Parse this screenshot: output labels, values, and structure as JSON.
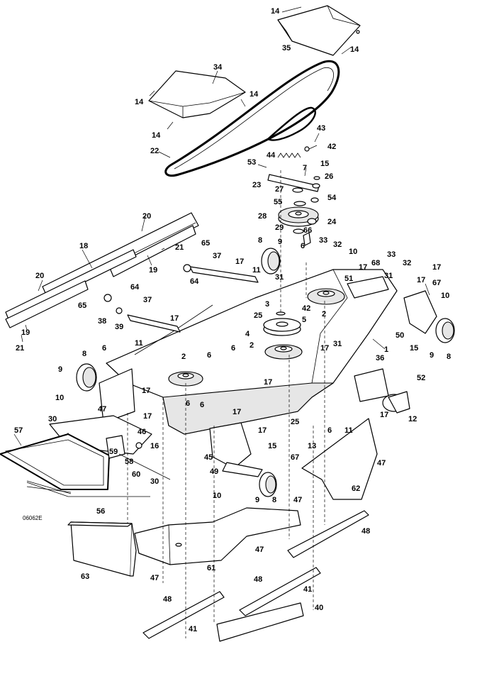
{
  "drawing_code": "06062E",
  "callouts": [
    {
      "id": "c14a",
      "label": "14"
    },
    {
      "id": "c35",
      "label": "35"
    },
    {
      "id": "c14b",
      "label": "14"
    },
    {
      "id": "c34",
      "label": "34"
    },
    {
      "id": "c14c",
      "label": "14"
    },
    {
      "id": "c14d",
      "label": "14"
    },
    {
      "id": "c14e",
      "label": "14"
    },
    {
      "id": "c22",
      "label": "22"
    },
    {
      "id": "c43",
      "label": "43"
    },
    {
      "id": "c42a",
      "label": "42"
    },
    {
      "id": "c44",
      "label": "44"
    },
    {
      "id": "c53",
      "label": "53"
    },
    {
      "id": "c7",
      "label": "7"
    },
    {
      "id": "c15a",
      "label": "15"
    },
    {
      "id": "c26",
      "label": "26"
    },
    {
      "id": "c23",
      "label": "23"
    },
    {
      "id": "c27",
      "label": "27"
    },
    {
      "id": "c54",
      "label": "54"
    },
    {
      "id": "c55",
      "label": "55"
    },
    {
      "id": "c28",
      "label": "28"
    },
    {
      "id": "c24",
      "label": "24"
    },
    {
      "id": "c29",
      "label": "29"
    },
    {
      "id": "c66",
      "label": "66"
    },
    {
      "id": "c20a",
      "label": "20"
    },
    {
      "id": "c18",
      "label": "18"
    },
    {
      "id": "c21a",
      "label": "21"
    },
    {
      "id": "c65a",
      "label": "65"
    },
    {
      "id": "c19a",
      "label": "19"
    },
    {
      "id": "c37",
      "label": "37"
    },
    {
      "id": "c8a",
      "label": "8"
    },
    {
      "id": "c9a",
      "label": "9"
    },
    {
      "id": "c6a",
      "label": "6"
    },
    {
      "id": "c33a",
      "label": "33"
    },
    {
      "id": "c32a",
      "label": "32"
    },
    {
      "id": "c10a",
      "label": "10"
    },
    {
      "id": "c17a",
      "label": "17"
    },
    {
      "id": "c11a",
      "label": "11"
    },
    {
      "id": "c31a",
      "label": "31"
    },
    {
      "id": "c68",
      "label": "68"
    },
    {
      "id": "c17b",
      "label": "17"
    },
    {
      "id": "c51",
      "label": "51"
    },
    {
      "id": "c33b",
      "label": "33"
    },
    {
      "id": "c31b",
      "label": "31"
    },
    {
      "id": "c32b",
      "label": "32"
    },
    {
      "id": "c20b",
      "label": "20"
    },
    {
      "id": "c64a",
      "label": "64"
    },
    {
      "id": "c64b",
      "label": "64"
    },
    {
      "id": "c38",
      "label": "38"
    },
    {
      "id": "c65b",
      "label": "65"
    },
    {
      "id": "c39",
      "label": "39"
    },
    {
      "id": "c37b",
      "label": "37"
    },
    {
      "id": "c3",
      "label": "3"
    },
    {
      "id": "c42b",
      "label": "42"
    },
    {
      "id": "c2a",
      "label": "2"
    },
    {
      "id": "c17c",
      "label": "17"
    },
    {
      "id": "c67a",
      "label": "67"
    },
    {
      "id": "c10b",
      "label": "10"
    },
    {
      "id": "c25a",
      "label": "25"
    },
    {
      "id": "c5",
      "label": "5"
    },
    {
      "id": "c4",
      "label": "4"
    },
    {
      "id": "c6b",
      "label": "6"
    },
    {
      "id": "c19b",
      "label": "19"
    },
    {
      "id": "c21b",
      "label": "21"
    },
    {
      "id": "c17d",
      "label": "17"
    },
    {
      "id": "c11b",
      "label": "11"
    },
    {
      "id": "c31c",
      "label": "31"
    },
    {
      "id": "c50",
      "label": "50"
    },
    {
      "id": "c15b",
      "label": "15"
    },
    {
      "id": "c9b",
      "label": "9"
    },
    {
      "id": "c8b",
      "label": "8"
    },
    {
      "id": "c2b",
      "label": "2"
    },
    {
      "id": "c1",
      "label": "1"
    },
    {
      "id": "c17e",
      "label": "17"
    },
    {
      "id": "c6c",
      "label": "6"
    },
    {
      "id": "c2c",
      "label": "2"
    },
    {
      "id": "c6d",
      "label": "6"
    },
    {
      "id": "c8c",
      "label": "8"
    },
    {
      "id": "c36",
      "label": "36"
    },
    {
      "id": "c52",
      "label": "52"
    },
    {
      "id": "c9c",
      "label": "9"
    },
    {
      "id": "c10c",
      "label": "10"
    },
    {
      "id": "c17f",
      "label": "17"
    },
    {
      "id": "c47a",
      "label": "47"
    },
    {
      "id": "c6e",
      "label": "6"
    },
    {
      "id": "c6f",
      "label": "6"
    },
    {
      "id": "c17g",
      "label": "17"
    },
    {
      "id": "c30a",
      "label": "30"
    },
    {
      "id": "c17h",
      "label": "17"
    },
    {
      "id": "c17i",
      "label": "17"
    },
    {
      "id": "c12",
      "label": "12"
    },
    {
      "id": "c25b",
      "label": "25"
    },
    {
      "id": "c6g",
      "label": "6"
    },
    {
      "id": "c11c",
      "label": "11"
    },
    {
      "id": "c46",
      "label": "46"
    },
    {
      "id": "c57",
      "label": "57"
    },
    {
      "id": "c17j",
      "label": "17"
    },
    {
      "id": "c15c",
      "label": "15"
    },
    {
      "id": "c13",
      "label": "13"
    },
    {
      "id": "c59",
      "label": "59"
    },
    {
      "id": "c16",
      "label": "16"
    },
    {
      "id": "c45",
      "label": "45"
    },
    {
      "id": "c67b",
      "label": "67"
    },
    {
      "id": "c58",
      "label": "58"
    },
    {
      "id": "c49",
      "label": "49"
    },
    {
      "id": "c47b",
      "label": "47"
    },
    {
      "id": "c60",
      "label": "60"
    },
    {
      "id": "c62",
      "label": "62"
    },
    {
      "id": "c30b",
      "label": "30"
    },
    {
      "id": "c10d",
      "label": "10"
    },
    {
      "id": "c9d",
      "label": "9"
    },
    {
      "id": "c8d",
      "label": "8"
    },
    {
      "id": "c47c",
      "label": "47"
    },
    {
      "id": "c56",
      "label": "56"
    },
    {
      "id": "c48a",
      "label": "48"
    },
    {
      "id": "c47d",
      "label": "47"
    },
    {
      "id": "c61",
      "label": "61"
    },
    {
      "id": "c63",
      "label": "63"
    },
    {
      "id": "c47e",
      "label": "47"
    },
    {
      "id": "c48b",
      "label": "48"
    },
    {
      "id": "c41a",
      "label": "41"
    },
    {
      "id": "c48c",
      "label": "48"
    },
    {
      "id": "c40",
      "label": "40"
    },
    {
      "id": "c41b",
      "label": "41"
    },
    {
      "id": "c17k",
      "label": "17"
    },
    {
      "id": "c17l",
      "label": "17"
    }
  ]
}
